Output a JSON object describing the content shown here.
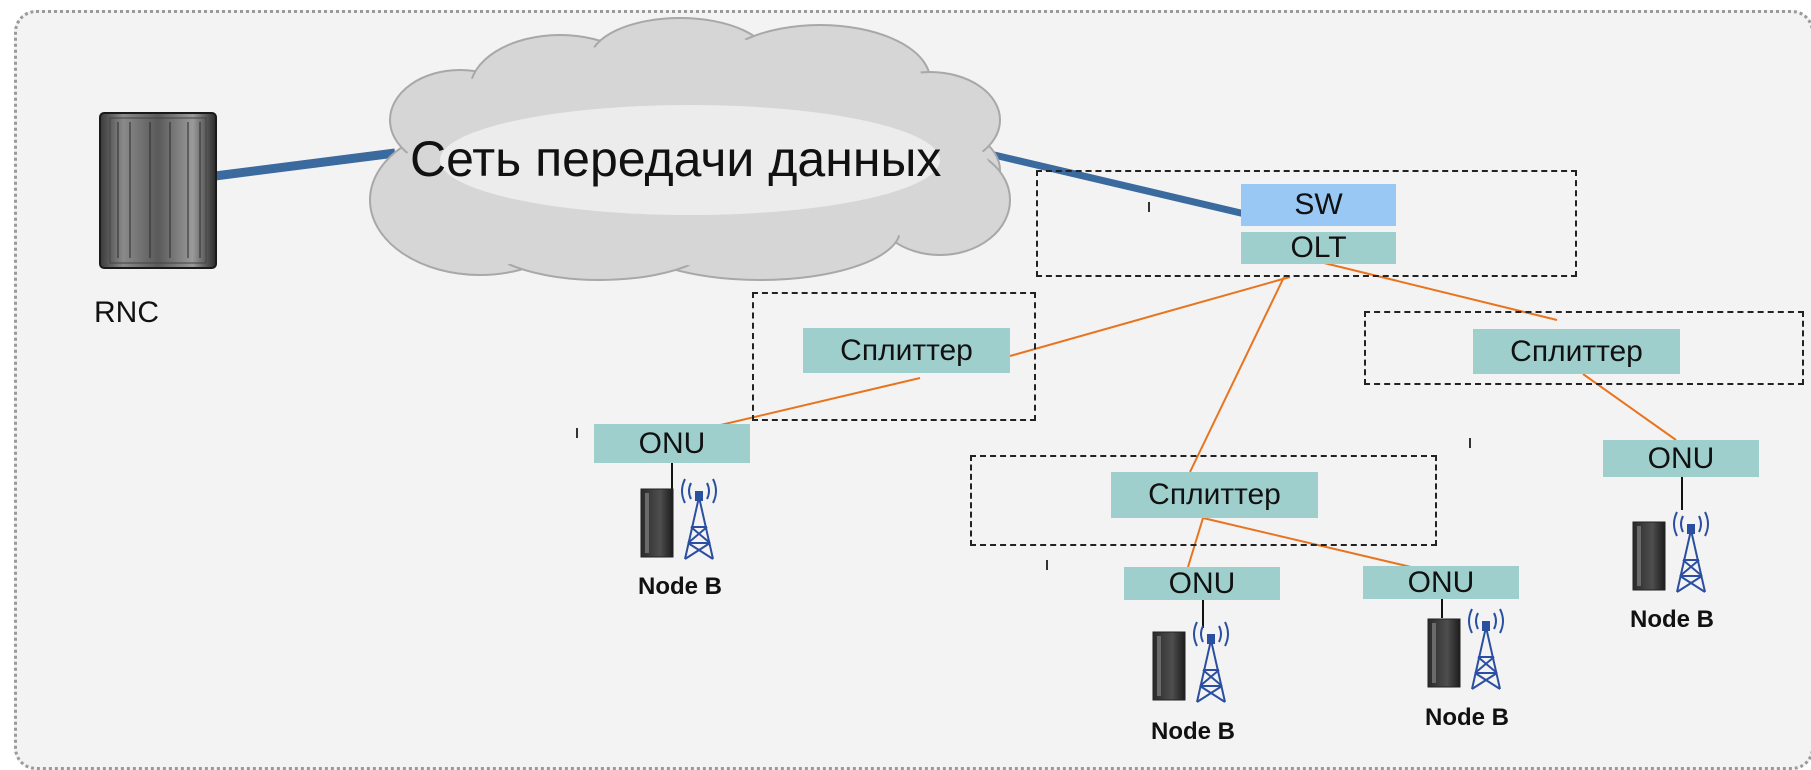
{
  "network": {
    "cloud_label": "Сеть передачи данных",
    "rnc_label": "RNC",
    "sw_label": "SW",
    "olt_label": "OLT"
  },
  "splitters": [
    {
      "label": "Сплиттер"
    },
    {
      "label": "Сплиттер"
    },
    {
      "label": "Сплиттер"
    }
  ],
  "onus": [
    {
      "label": "ONU"
    },
    {
      "label": "ONU"
    },
    {
      "label": "ONU"
    },
    {
      "label": "ONU"
    }
  ],
  "nodebs": [
    {
      "label": "Node B"
    },
    {
      "label": "Node B"
    },
    {
      "label": "Node B"
    },
    {
      "label": "Node B"
    }
  ],
  "colors": {
    "backbone": "#3a6a9e",
    "fiber": "#e8741f",
    "teal_box": "#9ecfcd",
    "sw_box": "#9ac8f5"
  },
  "icons": {
    "rnc": "server-rack-icon",
    "nodeb": "cell-tower-icon"
  }
}
